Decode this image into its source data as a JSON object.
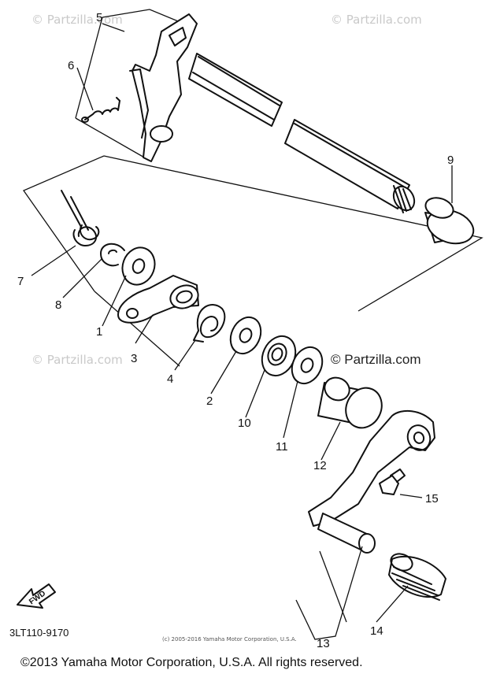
{
  "watermarks": {
    "brand": "© Partzilla.com",
    "center": "© Partzilla.com"
  },
  "callouts": [
    "5",
    "6",
    "7",
    "8",
    "1",
    "3",
    "4",
    "2",
    "10",
    "11",
    "12",
    "9",
    "15",
    "14",
    "13"
  ],
  "diagram_code": "3LT110-9170",
  "fine_print": "(c) 2005-2016 Yamaha Motor Corporation, U.S.A.",
  "copyright": "©2013 Yamaha Motor Corporation, U.S.A. All rights reserved.",
  "direction_badge": "FWD"
}
